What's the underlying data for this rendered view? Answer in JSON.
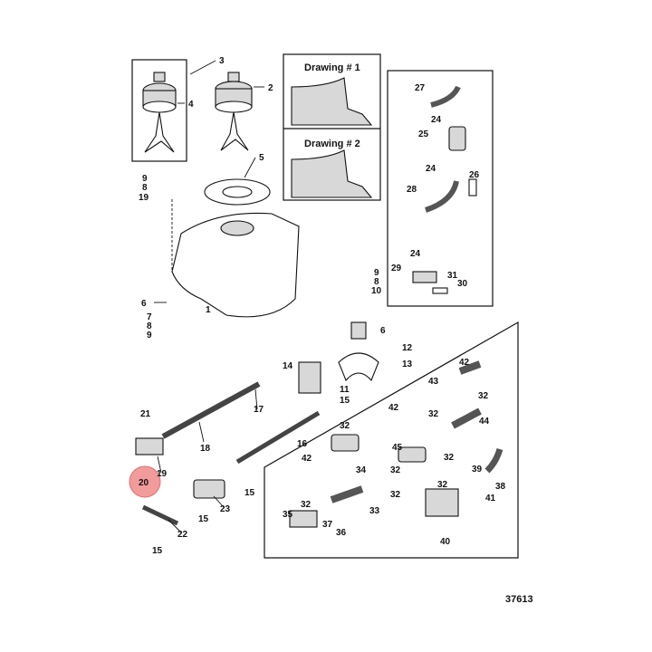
{
  "drawings": {
    "drawing1": "Drawing # 1",
    "drawing2": "Drawing # 2"
  },
  "figure_number": "37613",
  "highlight": {
    "color": "#f29b9b",
    "label": "20"
  },
  "callouts": {
    "c1": "1",
    "c2": "2",
    "c3": "3",
    "c4": "4",
    "c5": "5",
    "c6a": "6",
    "c6b": "6",
    "c7": "7",
    "c8a": "8",
    "c8b": "8",
    "c9a": "9",
    "c9b": "9",
    "c9c": "9",
    "c10": "10",
    "c11": "11",
    "c12": "12",
    "c13": "13",
    "c14": "14",
    "c15a": "15",
    "c15b": "15",
    "c15c": "15",
    "c15d": "15",
    "c16": "16",
    "c17": "17",
    "c18": "18",
    "c19a": "19",
    "c19b": "19",
    "c21": "21",
    "c22": "22",
    "c23": "23",
    "c24a": "24",
    "c24b": "24",
    "c24c": "24",
    "c25": "25",
    "c26": "26",
    "c27": "27",
    "c28": "28",
    "c29": "29",
    "c30": "30",
    "c31": "31",
    "c32a": "32",
    "c32b": "32",
    "c32c": "32",
    "c32d": "32",
    "c32e": "32",
    "c32f": "32",
    "c32g": "32",
    "c33": "33",
    "c34": "34",
    "c35": "35",
    "c36": "36",
    "c37": "37",
    "c38": "38",
    "c39": "39",
    "c40": "40",
    "c41": "41",
    "c42a": "42",
    "c42b": "42",
    "c42c": "42",
    "c43": "43",
    "c44": "44",
    "c45": "45"
  }
}
